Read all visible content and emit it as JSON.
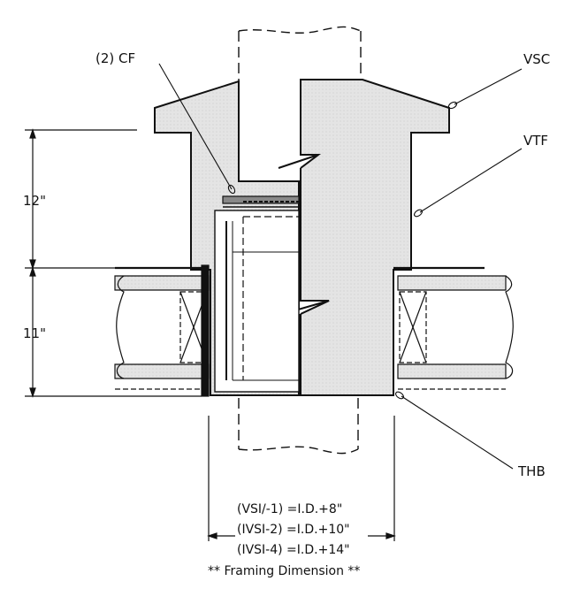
{
  "labels": {
    "cf": "(2) CF",
    "vsc": "VSC",
    "vtf": "VTF",
    "thb": "THB"
  },
  "dimensions": {
    "upper": "12\"",
    "lower": "11\""
  },
  "notes": [
    "(VSI/-1) =I.D.+8\"",
    "(IVSI-2) =I.D.+10\"",
    "(IVSI-4) =I.D.+14\""
  ],
  "footer": "** Framing Dimension **",
  "colors": {
    "fill": "#e6e6e6",
    "ink": "#111111"
  }
}
